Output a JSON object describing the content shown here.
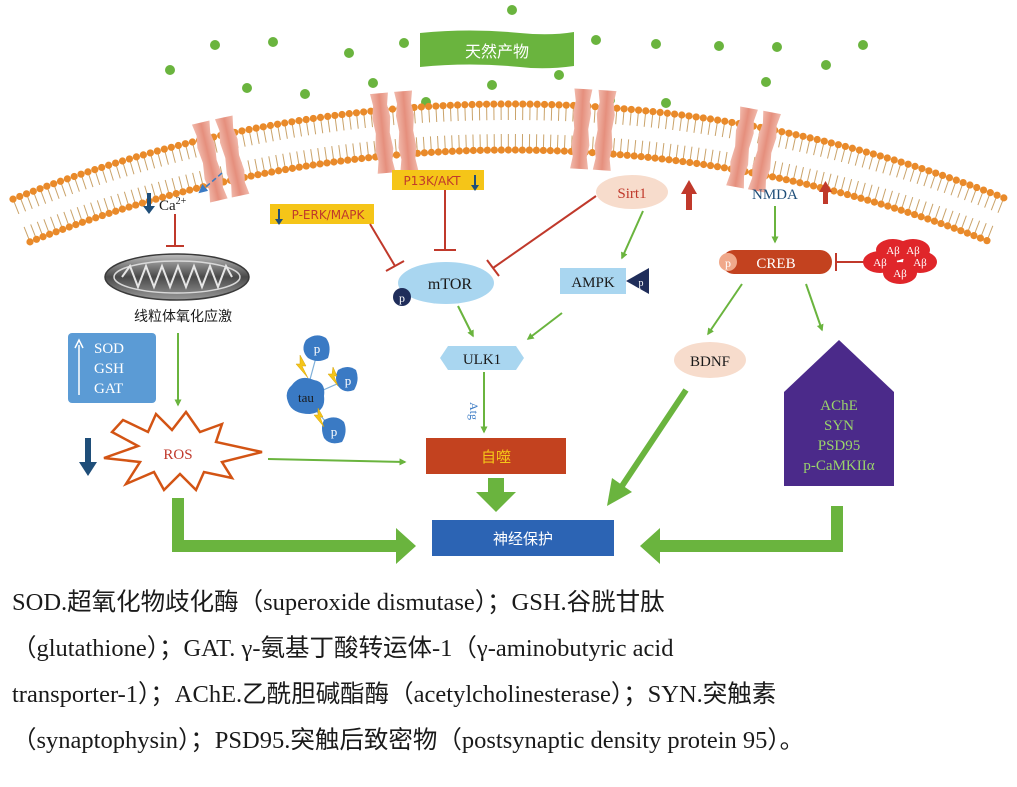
{
  "diagram": {
    "natural_products": "天然产物",
    "ca": "Ca",
    "ca_sup": "2+",
    "mito_stress": "线粒体氧化应激",
    "antioxidants": [
      "SOD",
      "GSH",
      "GAT"
    ],
    "ros": "ROS",
    "tau": "tau",
    "p": "p",
    "perk": "P-ERK/MAPK",
    "pi3k": "P13K/AKT",
    "mtor": "mTOR",
    "sirt1": "Sirt1",
    "ampk": "AMPK",
    "ulk1": "ULK1",
    "atg": "Atg",
    "autophagy": "自噬",
    "nmda": "NMDA",
    "creb": "CREB",
    "abeta": "Aβ",
    "bdnf": "BDNF",
    "synaptic": [
      "AChE",
      "SYN",
      "PSD95",
      "p-CaMKIIα"
    ],
    "neuroprotection": "神经保护"
  },
  "caption": [
    "SOD.超氧化物歧化酶（superoxide dismutase）；GSH.谷胱甘肽",
    "（glutathione）；GAT. γ-氨基丁酸转运体-1（γ-aminobutyric acid",
    "transporter-1）；AChE.乙酰胆碱酯酶（acetylcholinesterase）；SYN.突触素",
    "（synaptophysin）；PSD95.突触后致密物（postsynaptic density protein 95）。"
  ],
  "colors": {
    "green": "#6ab43e",
    "dark_blue": "#1f4e79",
    "red": "#c0392b",
    "orange_red": "#c3421f",
    "blue_box": "#2c64b4",
    "purple": "#4b2a8a",
    "light_blue": "#a9d6f0",
    "membrane_orange": "#e98a2a",
    "channel_pink": "#e8a294",
    "yellow": "#f5c518"
  }
}
